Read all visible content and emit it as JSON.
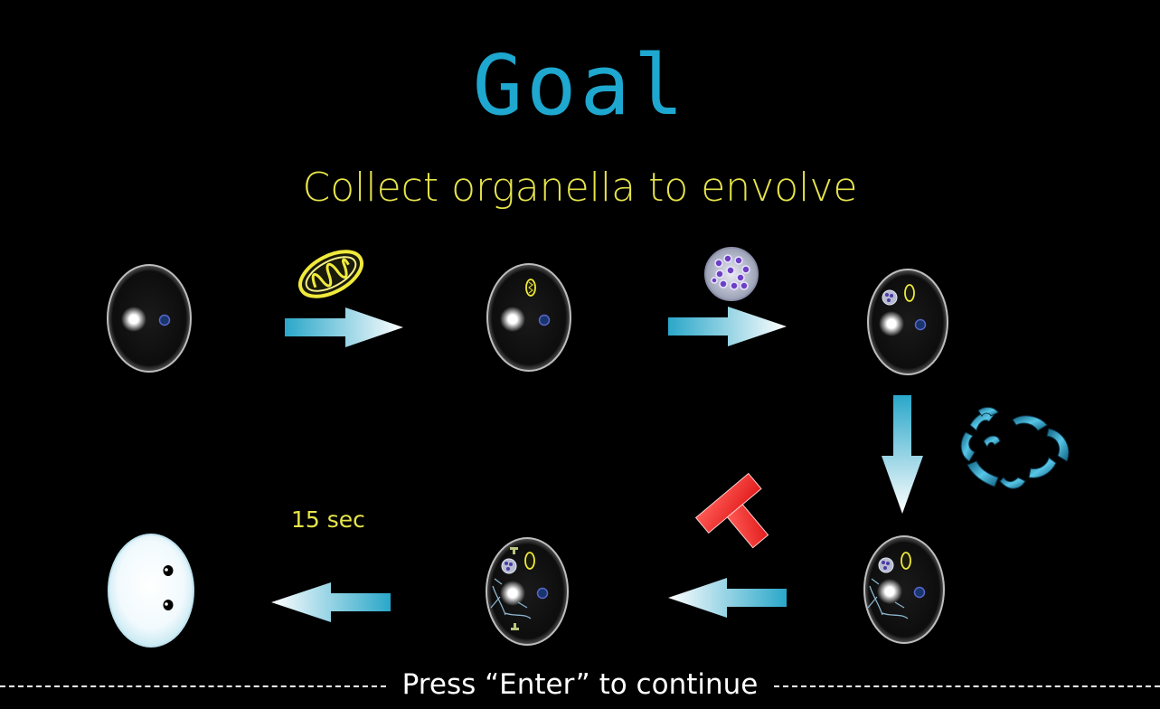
{
  "screen": {
    "title": "Goal",
    "subtitle": "Collect organella to envolve",
    "timer_label": "15 sec",
    "continue_prompt": "Press “Enter” to continue"
  },
  "palette": {
    "title": "#1ea7cf",
    "subtitle": "#e6e44a",
    "arrow": "#29a6c9",
    "background": "#000000"
  },
  "stages": [
    {
      "name": "cell-nucleus-ribosome"
    },
    {
      "name": "cell-with-mitochondrion"
    },
    {
      "name": "cell-with-lysosome"
    },
    {
      "name": "cell-with-endoplasmic-reticulum"
    },
    {
      "name": "cell-with-golgi-tubes"
    },
    {
      "name": "evolved-creature"
    }
  ],
  "organelles": [
    {
      "name": "mitochondrion-icon"
    },
    {
      "name": "lysosome-icon"
    },
    {
      "name": "endoplasmic-reticulum-icon"
    },
    {
      "name": "t-block-icon"
    }
  ]
}
